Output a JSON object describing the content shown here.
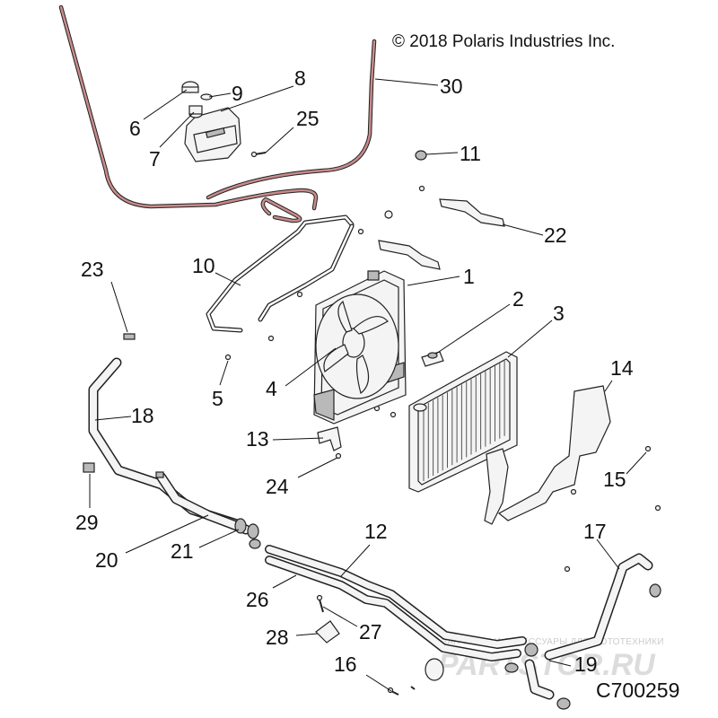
{
  "copyright": "© 2018 Polaris Industries Inc.",
  "diagram_code": "C700259",
  "watermark": {
    "tagline": "ЗАПЧАСТИ И АКСЕССУАРЫ ДЛЯ МОТОТЕХНИКИ",
    "logo_text": "PARTSTOR.RU"
  },
  "colors": {
    "vent_line": "#c98b8b",
    "line_ink": "#222222",
    "watermark": "#d9d9d9"
  },
  "callouts": [
    {
      "id": "1",
      "label": "1"
    },
    {
      "id": "2",
      "label": "2"
    },
    {
      "id": "3",
      "label": "3"
    },
    {
      "id": "4",
      "label": "4"
    },
    {
      "id": "5",
      "label": "5"
    },
    {
      "id": "6",
      "label": "6"
    },
    {
      "id": "7",
      "label": "7"
    },
    {
      "id": "8",
      "label": "8"
    },
    {
      "id": "9",
      "label": "9"
    },
    {
      "id": "10",
      "label": "10"
    },
    {
      "id": "11",
      "label": "11"
    },
    {
      "id": "12",
      "label": "12"
    },
    {
      "id": "13",
      "label": "13"
    },
    {
      "id": "14",
      "label": "14"
    },
    {
      "id": "15",
      "label": "15"
    },
    {
      "id": "16",
      "label": "16"
    },
    {
      "id": "17",
      "label": "17"
    },
    {
      "id": "18",
      "label": "18"
    },
    {
      "id": "19",
      "label": "19"
    },
    {
      "id": "20",
      "label": "20"
    },
    {
      "id": "21",
      "label": "21"
    },
    {
      "id": "22",
      "label": "22"
    },
    {
      "id": "23",
      "label": "23"
    },
    {
      "id": "24",
      "label": "24"
    },
    {
      "id": "25",
      "label": "25"
    },
    {
      "id": "26",
      "label": "26"
    },
    {
      "id": "27",
      "label": "27"
    },
    {
      "id": "28",
      "label": "28"
    },
    {
      "id": "29",
      "label": "29"
    },
    {
      "id": "30",
      "label": "30"
    }
  ]
}
